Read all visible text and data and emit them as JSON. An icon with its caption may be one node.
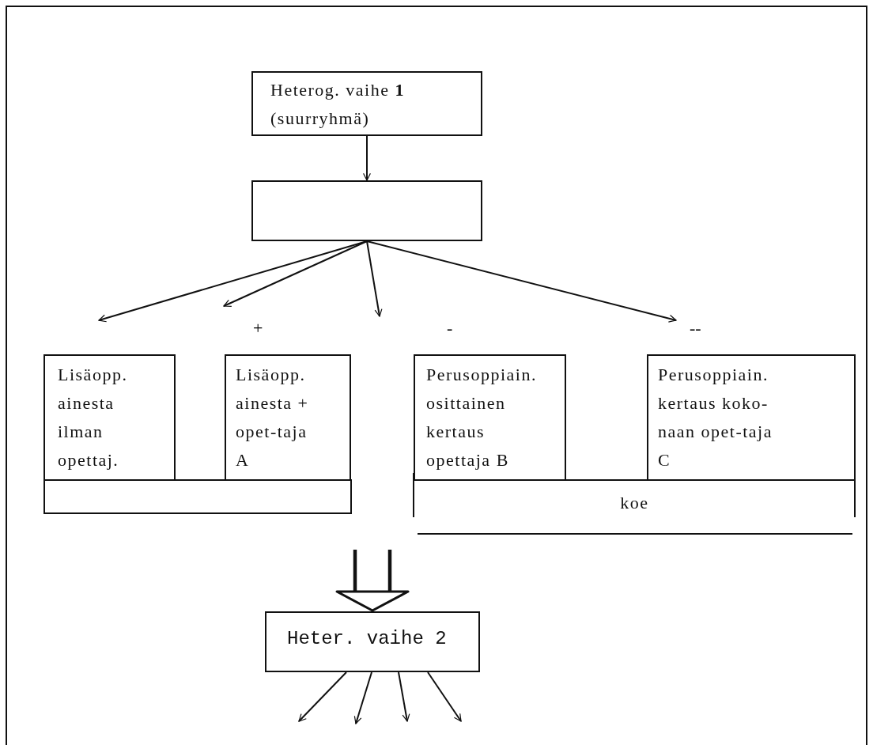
{
  "diagram": {
    "nodes": [
      {
        "text": [
          "Heterog. vaihe **1** (suurryhmä)"
        ]
      },
      {
        "text": [],
        "shape": "box"
      },
      {
        "text": [],
        "shape": "box"
      },
      {
        "text": [
          "Lisäopp. ainesta ilman opettaj."
        ]
      },
      {
        "text": [
          "Lisäopp. ainesta + opet-taja A"
        ]
      },
      {
        "text": [
          "Perusoppiain. osittainen kertaus opettaja B"
        ]
      },
      {
        "text": [
          "Perusoppiain. kertaus koko-naan opet-taja C"
        ]
      },
      {
        "text": [
          "koe"
        ]
      },
      {
        "text": [
          "Heter. vaihe 2"
        ]
      }
    ],
    "edges": [
      {
        "from": 0,
        "to": 1,
        "arrow": "to"
      },
      {
        "from": 1,
        "to": null,
        "arrow": "to"
      },
      {
        "from": 1,
        "to": null,
        "arrow": "to",
        "label": "+"
      },
      {
        "from": 1,
        "to": null,
        "arrow": "to",
        "label": "-"
      },
      {
        "from": 1,
        "to": null,
        "arrow": "to",
        "label": "--"
      },
      {
        "from": null,
        "to": 8,
        "arrow": "to",
        "style": "thick"
      },
      {
        "from": 8,
        "to": null,
        "arrow": "to"
      },
      {
        "from": 8,
        "to": null,
        "arrow": "to"
      },
      {
        "from": 8,
        "to": null,
        "arrow": "to"
      },
      {
        "from": 8,
        "to": null,
        "arrow": "to"
      }
    ]
  }
}
